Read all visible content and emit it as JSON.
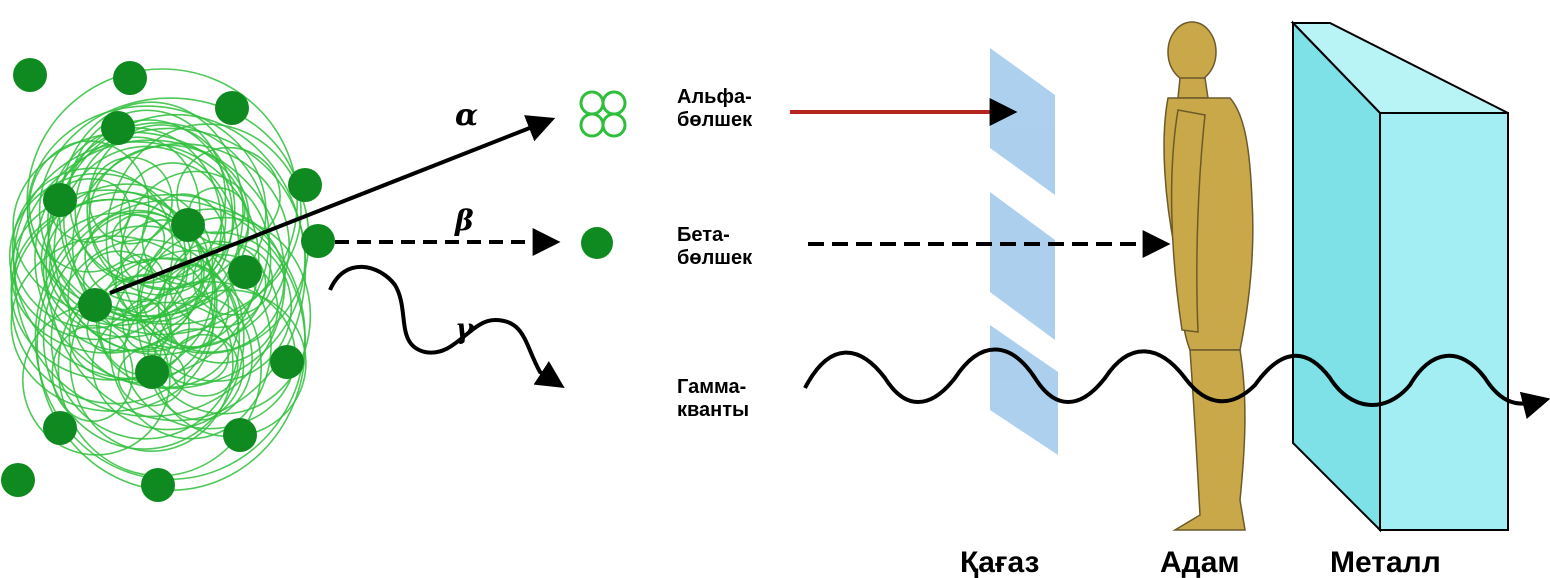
{
  "source": {
    "symbols": {
      "alpha": "α",
      "beta": "β",
      "gamma": "γ"
    }
  },
  "rays": {
    "alpha": {
      "line1": "Альфа-",
      "line2": "бөлшек"
    },
    "beta": {
      "line1": "Бета-",
      "line2": "бөлшек"
    },
    "gamma": {
      "line1": "Гамма-",
      "line2": "кванты"
    }
  },
  "barriers": {
    "paper": "Қағаз",
    "human": "Адам",
    "metal": "Металл"
  },
  "colors": {
    "nucleus_lines": "#2fbf3c",
    "nucleus_dots": "#0f8a20",
    "paper": "#a9cdee",
    "metal_front": "#a3eef2",
    "metal_side": "#7fe1e8",
    "human": "#c9a84a",
    "ray": "#000000",
    "alpha_ray_tint": "#b5241f"
  }
}
